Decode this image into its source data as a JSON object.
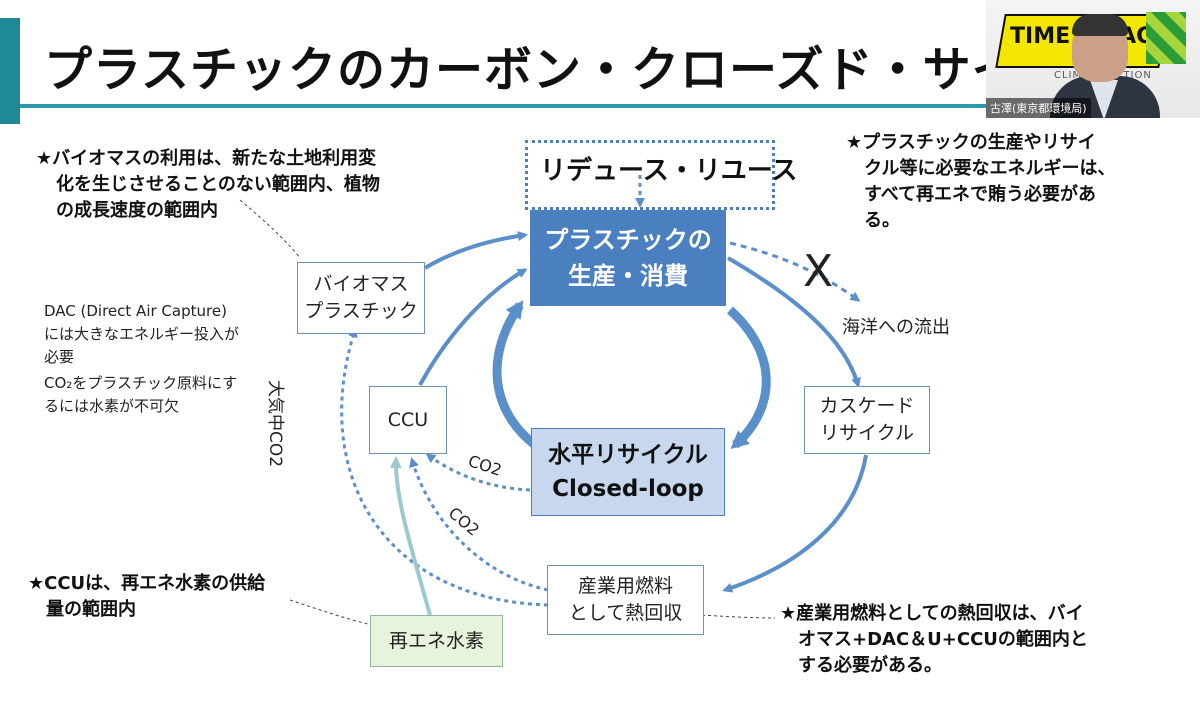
{
  "slide": {
    "title": "プラスチックのカーボン・クローズド・サイ"
  },
  "video": {
    "logo_text": "TIME TO ACT",
    "sub_text": "CLIMATE ACTION",
    "speaker_name": "古澤(東京都環境局)"
  },
  "notes": {
    "biomass": [
      "★バイオマスの利用は、新たな土地利用変",
      "化を生じさせることのない範囲内、植物",
      "の成長速度の範囲内"
    ],
    "energy": [
      "★プラスチックの生産やリサイ",
      "クル等に必要なエネルギーは、",
      "すべて再エネで賄う必要があ",
      "る。"
    ],
    "dac": [
      "DAC (Direct Air Capture)",
      "には大きなエネルギー投入が",
      "必要"
    ],
    "co2_raw": [
      "CO₂をプラスチック原料にす",
      "るには水素が不可欠"
    ],
    "ccu_note": [
      "★CCUは、再エネ水素の供給",
      "量の範囲内"
    ],
    "heat_note": [
      "★産業用燃料としての熱回収は、バイ",
      "オマス+DAC＆U+CCUの範囲内と",
      "する必要がある。"
    ]
  },
  "nodes": {
    "reduce_reuse": "リデュース・リユース",
    "production": [
      "プラスチックの",
      "生産・消費"
    ],
    "biomass_plastic": [
      "バイオマス",
      "プラスチック"
    ],
    "ccu": "CCU",
    "closed_loop": [
      "水平リサイクル",
      "Closed-loop"
    ],
    "cascade": [
      "カスケード",
      "リサイクル"
    ],
    "heat_recovery": [
      "産業用燃料",
      "として熱回収"
    ],
    "renewable_h2": "再エネ水素"
  },
  "labels": {
    "ocean": "海洋への流出",
    "cross": "X",
    "atmos_co2": "大気中CO2",
    "co2_a": "CO2",
    "co2_b": "CO2"
  },
  "colors": {
    "accent_teal": "#1f8a96",
    "arrow_blue": "#5b8fc9",
    "production_fill": "#4a7fc0",
    "closed_loop_fill": "#c7d8ee",
    "h2_fill": "#e8f3dc"
  }
}
